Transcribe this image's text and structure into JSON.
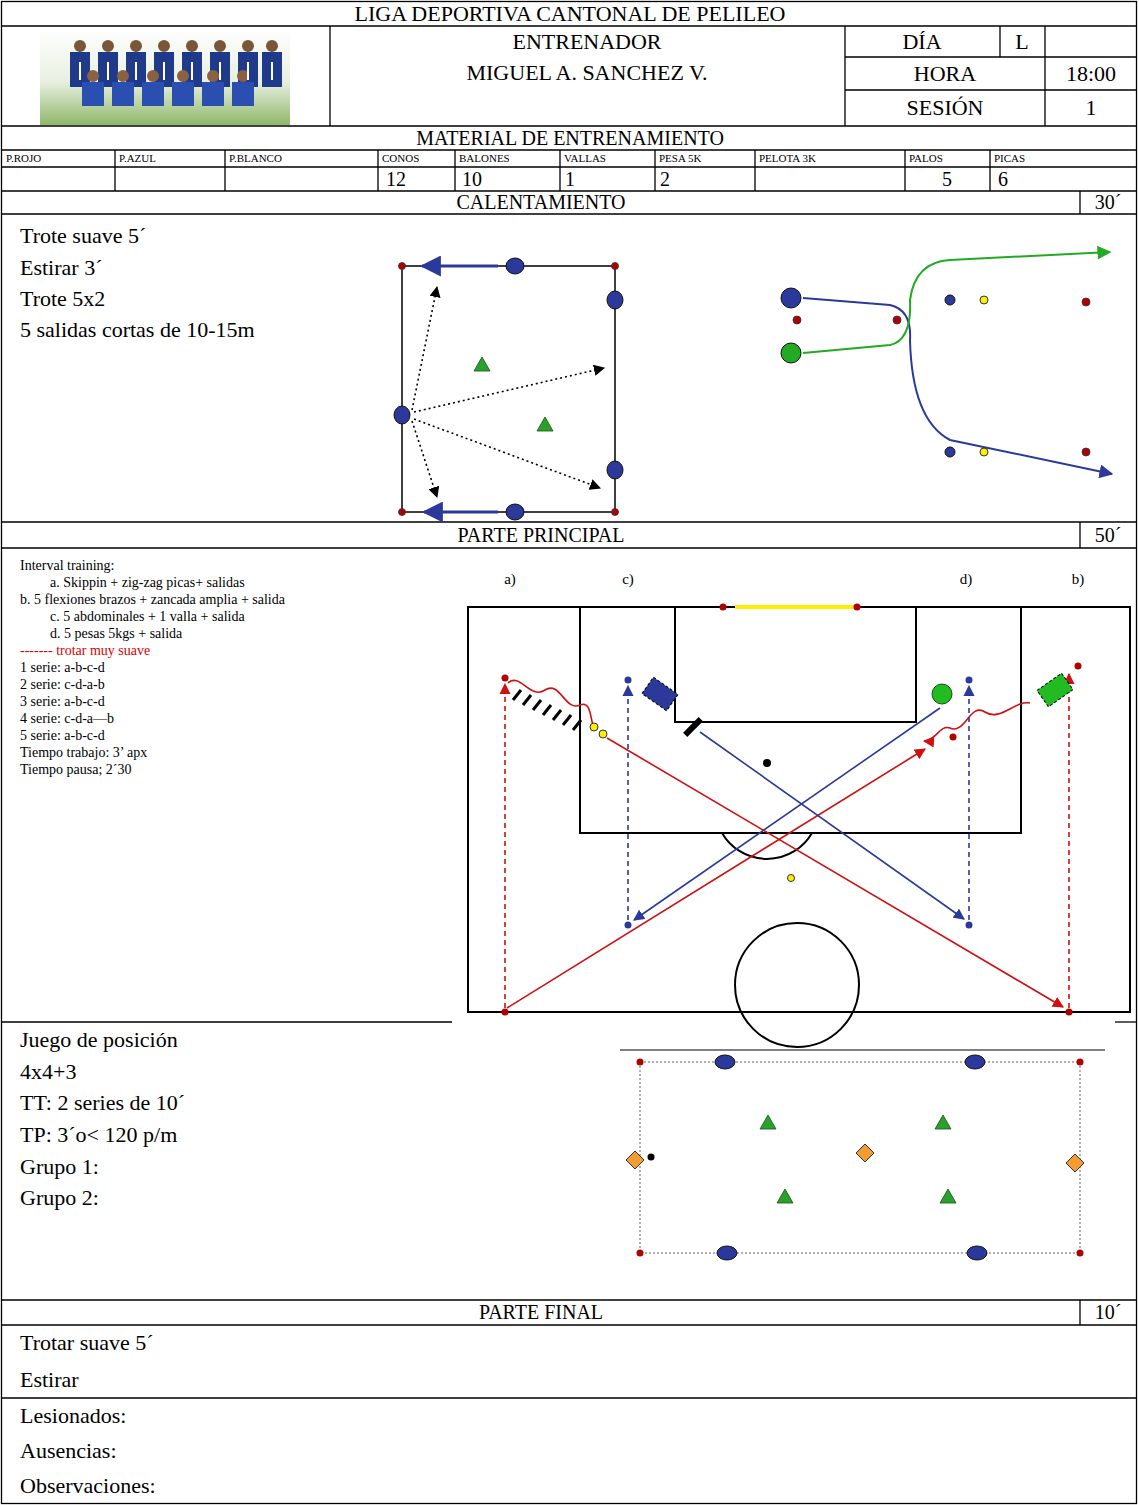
{
  "diagram": {
    "title": "LIGA DEPORTIVA CANTONAL DE PELILEO",
    "labels": [
      "ENTRENADOR",
      "MIGUEL A. SANCHEZ V.",
      "DÍA",
      "L",
      "HORA",
      "18:00",
      "SESIÓN",
      "1",
      "MATERIAL DE ENTRENAMIENTO",
      "P.ROJO",
      "P.AZUL",
      "P.BLANCO",
      "CONOS",
      "BALONES",
      "VALLAS",
      "PESA 5K",
      "PELOTA 3K",
      "PALOS",
      "PICAS",
      "12",
      "10",
      "1",
      "2",
      "5",
      "6",
      "CALENTAMIENTO",
      "30´",
      "Trote suave 5´",
      "Estirar 3´",
      "Trote 5x2",
      "5 salidas cortas de 10-15m",
      "PARTE PRINCIPAL",
      "50´",
      "Interval training:",
      "a. Skippin + zig-zag picas+ salidas",
      "b. 5 flexiones brazos + zancada amplia + salida",
      "c. 5 abdominales + 1 valla + salida",
      "d. 5 pesas 5kgs + salida",
      "------- trotar muy suave",
      "1 serie: a-b-c-d",
      "2 serie: c-d-a-b",
      "3 serie: a-b-c-d",
      "4 serie: c-d-a—b",
      "5 serie: a-b-c-d",
      "Tiempo trabajo: 3’ apx",
      "Tiempo pausa; 2´30",
      "a)",
      "c)",
      "d)",
      "b)",
      "Juego de posición",
      "4x4+3",
      "TT: 2 series de 10´",
      "TP: 3´o< 120 p/m",
      "Grupo 1:",
      "Grupo 2:",
      "PARTE FINAL",
      "10´",
      "Trotar suave 5´",
      "Estirar",
      "Lesionados:",
      "Ausencias:",
      "Observaciones:"
    ]
  }
}
